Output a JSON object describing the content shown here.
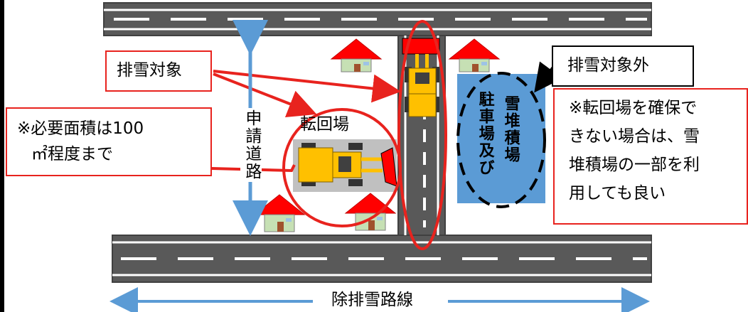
{
  "labels": {
    "target": "排雪対象",
    "area_note_line1": "※必要面積は100",
    "area_note_line2": "㎡程度まで",
    "turnaround": "転回場",
    "app_road": "申請道路",
    "parking": "駐車場及び",
    "snow_yard": "雪堆積場",
    "outside": "排雪対象外",
    "turn_note_line1": "※転回場を確保で",
    "turn_note_line2": "きない場合は、雪",
    "turn_note_line3": "堆積場の一部を利",
    "turn_note_line4": "用しても良い",
    "route": "除排雪路線"
  },
  "colors": {
    "road": "#595959",
    "red": "#e8231e",
    "blue": "#5b9bd5",
    "yellow": "#ffc000",
    "house_wall": "#c6e0b4"
  }
}
